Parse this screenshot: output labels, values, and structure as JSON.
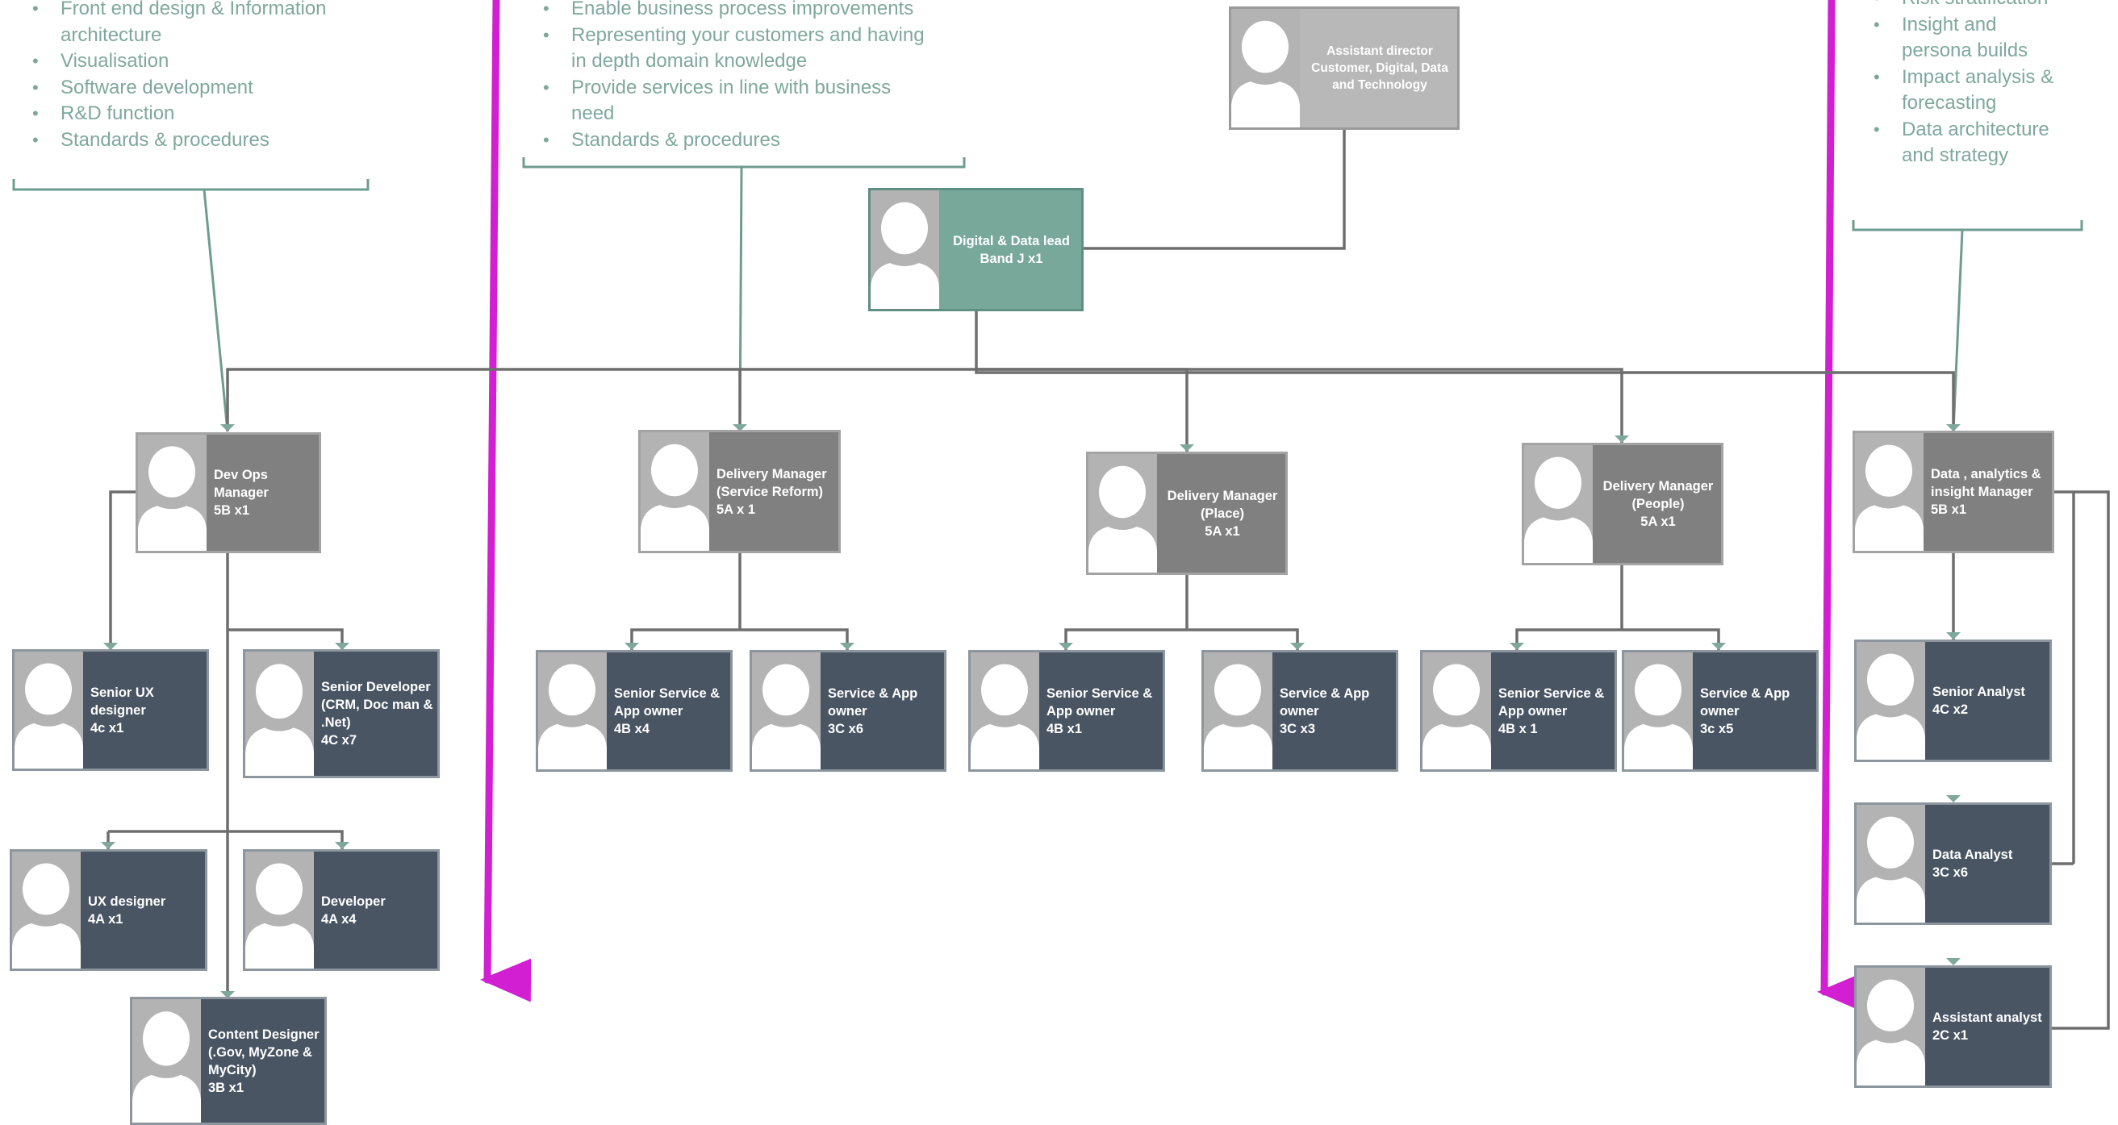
{
  "notes": {
    "left": [
      {
        "lines": [
          "Front end design & Information",
          "architecture"
        ]
      },
      {
        "lines": [
          "Visualisation"
        ]
      },
      {
        "lines": [
          "Software development"
        ]
      },
      {
        "lines": [
          "R&D function"
        ]
      },
      {
        "lines": [
          "Standards & procedures"
        ]
      }
    ],
    "middle": [
      {
        "lines": [
          "Enable business process improvements"
        ]
      },
      {
        "lines": [
          "Representing your customers and having",
          "in depth domain knowledge"
        ]
      },
      {
        "lines": [
          "Provide services in line with business",
          "need"
        ]
      },
      {
        "lines": [
          "Standards & procedures"
        ]
      }
    ],
    "right": [
      {
        "lines": [
          "Risk stratification"
        ]
      },
      {
        "lines": [
          "Insight and",
          "persona builds"
        ]
      },
      {
        "lines": [
          "Impact analysis &",
          "forecasting"
        ]
      },
      {
        "lines": [
          "Data architecture",
          "and strategy"
        ]
      }
    ]
  },
  "roles": {
    "assistant_director": {
      "lines": [
        "Assistant director",
        "Customer, Digital, Data",
        "and Technology"
      ]
    },
    "digital_lead": {
      "lines": [
        "Digital & Data lead",
        "Band J x1"
      ]
    },
    "devops_manager": {
      "lines": [
        "Dev Ops",
        "Manager",
        "5B x1"
      ]
    },
    "dm_service_reform": {
      "lines": [
        "Delivery Manager",
        "(Service Reform)",
        "5A x 1"
      ]
    },
    "dm_place": {
      "lines": [
        "Delivery Manager",
        "(Place)",
        "5A x1"
      ]
    },
    "dm_people": {
      "lines": [
        "Delivery Manager",
        "(People)",
        "5A x1"
      ]
    },
    "data_manager": {
      "lines": [
        "Data , analytics &",
        "insight  Manager",
        " 5B x1"
      ]
    },
    "senior_ux": {
      "lines": [
        "Senior UX",
        "designer",
        "4c x1"
      ]
    },
    "senior_developer": {
      "lines": [
        "Senior Developer",
        "(CRM, Doc man &",
        ".Net)",
        "4C x7"
      ]
    },
    "ux_designer": {
      "lines": [
        "UX designer",
        "4A x1"
      ]
    },
    "developer": {
      "lines": [
        "Developer",
        "4A x4"
      ]
    },
    "content_designer": {
      "lines": [
        "Content Designer",
        "(.Gov, MyZone &",
        "MyCity)",
        "3B x1"
      ]
    },
    "sr_service_owner_reform": {
      "lines": [
        "Senior Service &",
        "App owner",
        "4B x4"
      ]
    },
    "service_owner_reform": {
      "lines": [
        "Service & App",
        "owner",
        "3C  x6"
      ]
    },
    "sr_service_owner_place": {
      "lines": [
        "Senior Service &",
        "App owner",
        "4B x1"
      ]
    },
    "service_owner_place": {
      "lines": [
        "Service & App",
        "owner",
        "3C x3"
      ]
    },
    "sr_service_owner_people": {
      "lines": [
        "Senior Service &",
        "App owner",
        "4B x 1"
      ]
    },
    "service_owner_people": {
      "lines": [
        "Service & App",
        "owner",
        "3c x5"
      ]
    },
    "senior_analyst": {
      "lines": [
        "Senior Analyst",
        "4C x2"
      ]
    },
    "data_analyst": {
      "lines": [
        "Data Analyst",
        "3C x6"
      ]
    },
    "assistant_analyst": {
      "lines": [
        "Assistant analyst",
        "2C x1"
      ]
    }
  },
  "colors": {
    "dark_card": "#4a5564",
    "mid_card": "#808080",
    "light_card": "#b8b8b8",
    "lead_card": "#77a89a",
    "note_text": "#7fa89c",
    "arrow": "#d21fd2",
    "connector": "#6e6e6e"
  }
}
